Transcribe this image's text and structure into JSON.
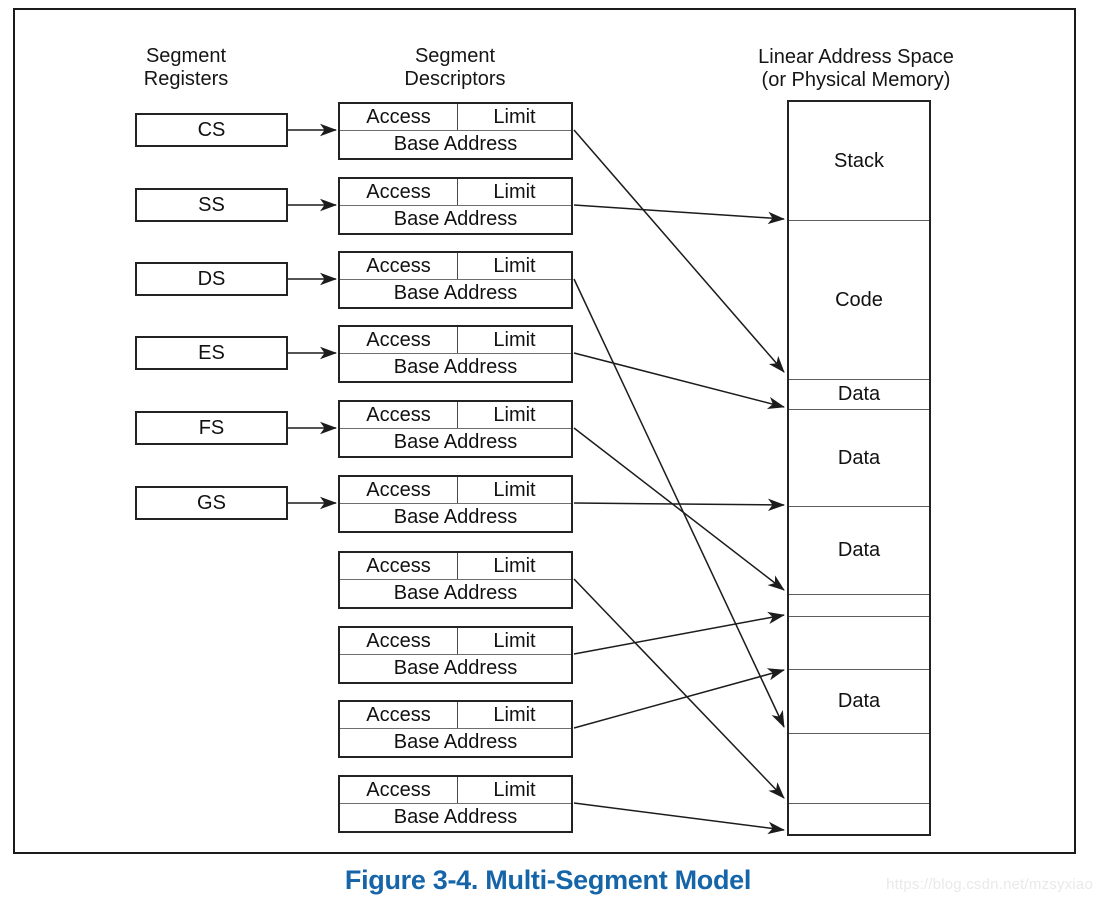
{
  "figure": {
    "caption": "Figure 3-4.  Multi-Segment Model",
    "watermark": "https://blog.csdn.net/mzsyxiao"
  },
  "headers": {
    "registers_line1": "Segment",
    "registers_line2": "Registers",
    "descriptors_line1": "Segment",
    "descriptors_line2": "Descriptors",
    "memory_line1": "Linear Address Space",
    "memory_line2": "(or Physical Memory)"
  },
  "registers": [
    "CS",
    "SS",
    "DS",
    "ES",
    "FS",
    "GS"
  ],
  "descriptors": [
    {
      "access": "Access",
      "limit": "Limit",
      "base": "Base Address"
    },
    {
      "access": "Access",
      "limit": "Limit",
      "base": "Base Address"
    },
    {
      "access": "Access",
      "limit": "Limit",
      "base": "Base Address"
    },
    {
      "access": "Access",
      "limit": "Limit",
      "base": "Base Address"
    },
    {
      "access": "Access",
      "limit": "Limit",
      "base": "Base Address"
    },
    {
      "access": "Access",
      "limit": "Limit",
      "base": "Base Address"
    },
    {
      "access": "Access",
      "limit": "Limit",
      "base": "Base Address"
    },
    {
      "access": "Access",
      "limit": "Limit",
      "base": "Base Address"
    },
    {
      "access": "Access",
      "limit": "Limit",
      "base": "Base Address"
    },
    {
      "access": "Access",
      "limit": "Limit",
      "base": "Base Address"
    }
  ],
  "memory_segments": [
    {
      "label": "Stack",
      "height": 119
    },
    {
      "label": "Code",
      "height": 159
    },
    {
      "label": "Data",
      "height": 30
    },
    {
      "label": "Data",
      "height": 97
    },
    {
      "label": "Data",
      "height": 88
    },
    {
      "label": "",
      "height": 22
    },
    {
      "label": "",
      "height": 53
    },
    {
      "label": "Data",
      "height": 64
    },
    {
      "label": "",
      "height": 70
    },
    {
      "label": "",
      "height": 30
    }
  ],
  "links": {
    "register_to_descriptor": [
      0,
      1,
      2,
      3,
      4,
      5
    ],
    "descriptor_to_memory_y": [
      372,
      219,
      727,
      407,
      590,
      505,
      798,
      615,
      670,
      830
    ]
  },
  "colors": {
    "caption_blue": "#1565A8",
    "line": "#1c1c1c",
    "watermark": "#e9e9e9"
  }
}
